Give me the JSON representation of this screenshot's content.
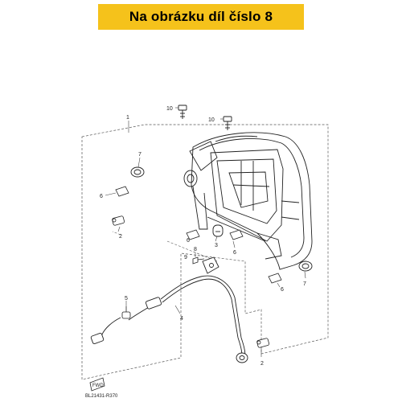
{
  "banner": {
    "text": "Na obrázku díl číslo 8",
    "color": "#f5c21b"
  },
  "callouts": [
    {
      "id": "c10a",
      "label": "10"
    },
    {
      "id": "c10b",
      "label": "10"
    },
    {
      "id": "c1",
      "label": "1"
    },
    {
      "id": "c7a",
      "label": "7"
    },
    {
      "id": "c6a",
      "label": "6"
    },
    {
      "id": "c2a",
      "label": "2"
    },
    {
      "id": "c8",
      "label": "8"
    },
    {
      "id": "c3",
      "label": "3"
    },
    {
      "id": "c6b",
      "label": "6"
    },
    {
      "id": "c6c",
      "label": "6"
    },
    {
      "id": "c9",
      "label": "9"
    },
    {
      "id": "c7b",
      "label": "7"
    },
    {
      "id": "c6d",
      "label": "6"
    },
    {
      "id": "c5",
      "label": "5"
    },
    {
      "id": "c4",
      "label": "4"
    },
    {
      "id": "c2b",
      "label": "2"
    }
  ],
  "fwd_label": "FWD",
  "reference_code": "BL21431-R370"
}
